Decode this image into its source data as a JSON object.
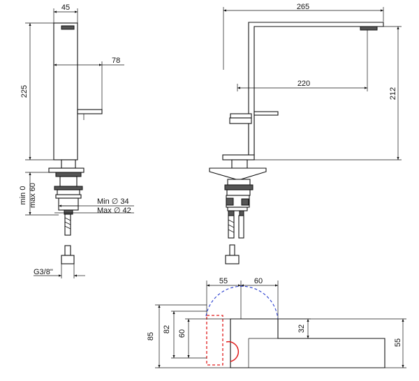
{
  "side_view": {
    "width_dim": "45",
    "height_dim": "225",
    "lever_dim": "78",
    "adjust_min": "min 0",
    "adjust_max": "max 60",
    "hole_min": "Min ∅ 34",
    "hole_max": "Max ∅ 42",
    "thread": "G3/8\""
  },
  "front_view": {
    "spout_reach": "265",
    "spout_inner": "220",
    "spout_height": "212"
  },
  "top_view": {
    "dim_left": "55",
    "dim_right": "60",
    "dim_total": "85",
    "dim_82": "82",
    "dim_60": "60",
    "dim_32": "32",
    "dim_55": "55"
  }
}
